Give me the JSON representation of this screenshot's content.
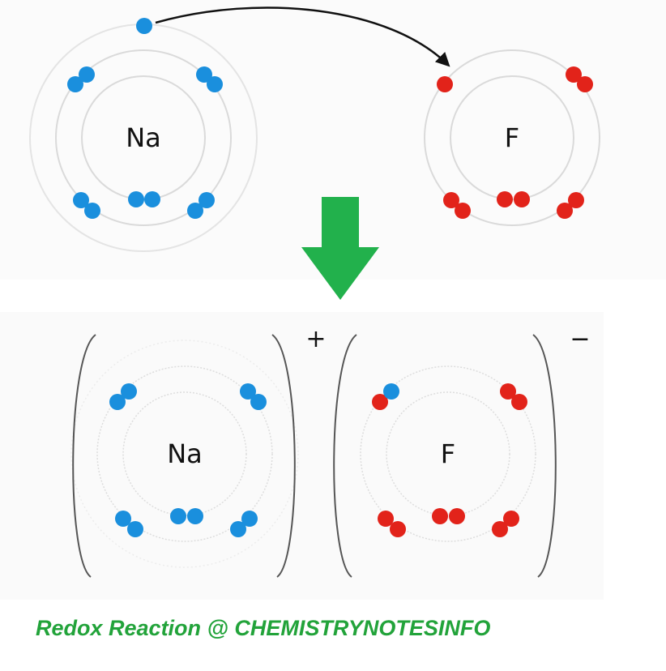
{
  "top": {
    "sodium_label": "Na",
    "fluorine_label": "F"
  },
  "bottom": {
    "sodium_label": "Na",
    "fluorine_label": "F",
    "sodium_charge": "+",
    "fluorine_charge": "−"
  },
  "caption": "Redox Reaction @ CHEMISTRYNOTESINFO",
  "colors": {
    "sodium_electron": "#1a8fdd",
    "fluorine_electron": "#e2231a",
    "arrow_down": "#22b14c",
    "caption": "#22a33a"
  }
}
